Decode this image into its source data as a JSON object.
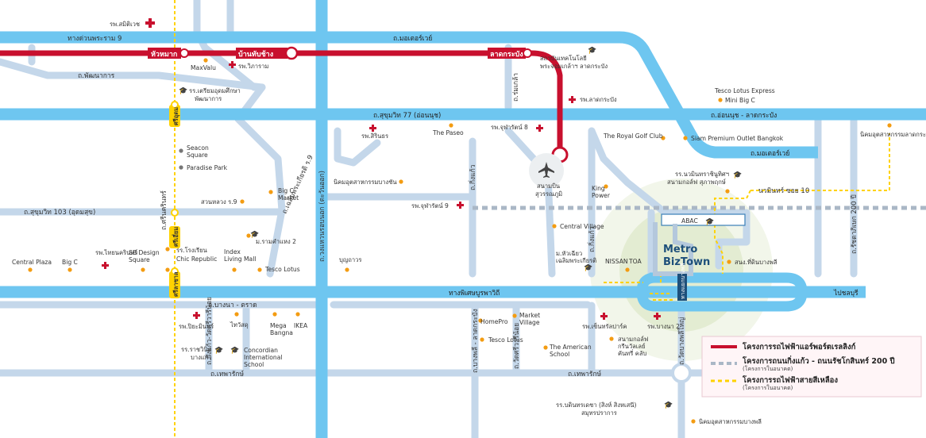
{
  "roads": {
    "expressway_9": "ทางด่วนพระราม 9",
    "motorway_top": "ถ.มอเตอร์เวย์",
    "phatthanakan": "ถ.พัฒนาการ",
    "sukhumvit77": "ถ.สุขุมวิท 77 (อ่อนนุช)",
    "onnut_ladkrabang": "ถ.อ่อนนุช - ลาดกระบัง",
    "motorway_right": "ถ.มอเตอร์เวย์",
    "sukhumvit103": "ถ.สุขุมวิท 103 (อุดมสุข)",
    "nuanmiraya_soi10": "นวมินทร์ ซอย 10",
    "bangna_expressway": "ทางพิเศษบูรพาวิถี",
    "bangna_trad": "ถ.บางนา - ตราด",
    "thepharak": "ถ.เทพารักษ์",
    "thepharak2": "ถ.เทพารักษ์",
    "to_chonburi": "ไปชลบุรี",
    "outer_ring": "ถ.วงแหวนรอบนอก (ตะวันออก)",
    "srinakarin": "ถ.ศรีนครินทร์",
    "chalermprakiat9": "ถ.เฉลิมพระเกียรติ ร.9",
    "romklao": "ถ.ร่มเกล้า",
    "kingkaew": "ถ.กิ่งแก้ว",
    "kingkaew2": "ถ.กิ่งแก้ว-วัดศรีวารีน้อย",
    "bangphli_ladkrabang": "ถ.บางพลี - ลาดกระบัง",
    "wat_sriwari": "ถ.วัดศรีวารีน้อย",
    "wat_bangphli": "ถ.วัดบางพลีใหญ่",
    "ladkrabang_right1": "",
    "rachathewa200": "ถ.รัชดาภิเษก 200 ปี",
    "kingkaew_left": "ถ.กิ่งแก้ว",
    "lat_krabang_right2": ""
  },
  "airport_link": {
    "stations": [
      "หัวหมาก",
      "บ้านทับช้าง",
      "ลาดกระบัง"
    ],
    "airport_name_line1": "สนามบิน",
    "airport_name_line2": "สุวรรณภูมิ",
    "color": "#c8102e"
  },
  "yellow_line": {
    "stations": [
      "ศรีอุดม",
      "ศรีเอี่ยม",
      "ศรีลาซาล"
    ],
    "color": "#ffd200"
  },
  "logo": {
    "line1": "Metro",
    "line2": "BizTown"
  },
  "bangphli_sign": "ทางแยกบางพลี",
  "pois": {
    "rs_samitivej": "รพ.สมิติเวช",
    "maxvalu": "MaxValu",
    "rs_wiharam": "รพ.วิภาราม",
    "school_triamudom": "รร.เตรียมอุดมศึกษา",
    "school_triamudom2": "พัฒนาการ",
    "kmitl_1": "สถาบันเทคโนโลยี",
    "kmitl_2": "พระจอมเกล้าฯ ลาดกระบัง",
    "rs_ladkrabang": "รพ.ลาดกระบัง",
    "tesco_express": "Tesco Lotus Express",
    "mini_bigc": "Mini Big C",
    "rs_sirindhorn": "รพ.สิรินธร",
    "the_paseo": "The Paseo",
    "rs_chularat8": "รพ.จุฬารัตน์ 8",
    "royal_golf": "The Royal Golf Club",
    "siam_premium": "Siam Premium Outlet Bangkok",
    "niku_ladkrabang": "นิคมอุตสาหกรรมลาดกระบัง",
    "seacon": "Seacon",
    "seacon2": "Square",
    "paradise": "Paradise Park",
    "niku_bangchan": "นิคมอุตสาหกรรมบางชัน",
    "school_nawamin": "รร.นวมินทราชินูทิศฯ",
    "golf_suvarnabhumi": "สนามกอล์ฟ สุภาพฤกษ์",
    "king_power": "King",
    "king_power2": "Power",
    "suan_luang": "สวนหลวง ร.9",
    "big_c_market": "Big C",
    "big_c_market2": "Market",
    "rs_chularat9": "รพ.จุฬารัตน์ 9",
    "abac": "ABAC",
    "central_village": "Central Village",
    "ram2": "ม.รามคำแหง 2",
    "thai_srinakarin": "รพ.ไทยนครินทร์",
    "sb_design": "SB Design",
    "sb_design2": "Square",
    "school_srinakarin": "รร.โรงเรียน",
    "chic_republic": "Chic Republic",
    "index_mall": "Index",
    "index_mall2": "Living Mall",
    "m_huachiew": "ม.หัวเฉียว",
    "m_huachiew2": "เฉลิมพระเกียรติ",
    "central_plaza": "Central Plaza",
    "big_c": "Big C",
    "tesco_lotus1": "Tesco Lotus",
    "bunthawan": "บุญถาวร",
    "nissan": "NISSAN",
    "toa": "TOA",
    "golf_bangphli": "สนง.ที่ดินบางพลี",
    "rs_piyamin": "รพ.ปิยะมินทร์",
    "thairath": "ไทวัสดุ",
    "mega_bangna": "Mega",
    "mega_bangna2": "Bangna",
    "ikea": "IKEA",
    "homepro": "HomePro",
    "market_village": "Market",
    "market_village2": "Village",
    "tesco_lotus2": "Tesco Lotus",
    "rs_central_park": "รพ.เซ็นทรัลปาร์ค",
    "rs_bangna2": "รพ.บางนา 2",
    "school_rajavinit": "รร.ราชวินิต",
    "school_rajavinit2": "บางแก้ว",
    "concordian": "Concordian",
    "concordian2": "International",
    "concordian3": "School",
    "american_school": "The American",
    "american_school2": "School",
    "golf_green": "สนามกอล์ฟ",
    "golf_green2": "กรีนวัลเลย์",
    "golf_green3": "คันทรี่ คลับ",
    "school_bodindecha": "รร.บดินทรเดชา (สิงห์ สิงหเสนี)",
    "school_bodindecha2": "สมุทรปราการ",
    "niku_bangphli": "นิคมอุตสาหกรรมบางพลี"
  },
  "legend": {
    "item1": "โครงการรถไฟฟ้าแอร์พอร์ตเรลลิงก์",
    "item2": "โครงการถนนกิ่งแก้ว - ถนนรัชโกสินทร์ 200 ปี",
    "item2_sub": "(โครงการในอนาคต)",
    "item3": "โครงการรถไฟฟ้าสายสีเหลือง",
    "item3_sub": "(โครงการในอนาคต)"
  },
  "colors": {
    "road_blue": "#6ec6f0",
    "road_light": "#c4d7ea",
    "rail_red": "#c8102e",
    "yellow_line": "#ffd200",
    "poi_dot": "#f39c12",
    "hospital_cross": "#c8102e",
    "bizto_green": "#dde9c8"
  }
}
